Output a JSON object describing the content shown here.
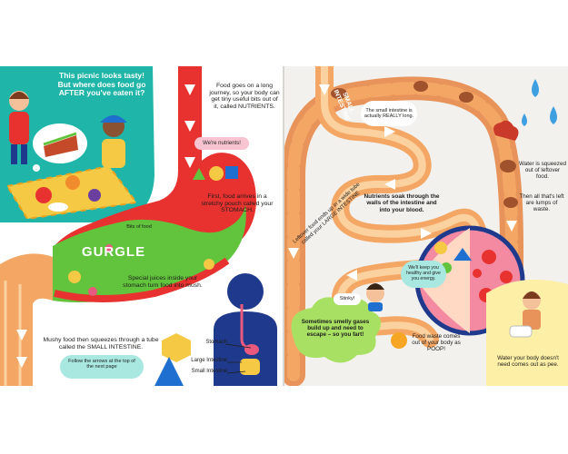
{
  "left_page": {
    "intro": "This picnic looks tasty! But where does food go AFTER you've eaten it?",
    "journey": "Food goes on a long journey, so your body can get tiny useful bits out of it, called NUTRIENTS.",
    "nutrients_bubble": "We're nutrients!",
    "stomach_text": "First, food arrives in a stretchy pouch called your STOMACH.",
    "bits_of_food": "Bits of food",
    "gurgle": "GURGLE",
    "juices_text": "Special juices inside your stomach turn food into mush.",
    "mushy_text": "Mushy food then squeezes through a tube called the SMALL INTESTINE.",
    "follow_note": "Follow the arrows at the top of the next page",
    "labels": {
      "stomach": "Stomach",
      "large_intestine": "Large Intestine",
      "small_intestine": "Small Intestine"
    }
  },
  "right_page": {
    "small_intestine_label": "SMALL INTESTINE",
    "long_bubble": "The small intestine is actually REALLY long.",
    "nutrients_soak": "Nutrients soak through the walls of the intestine and into your blood.",
    "leftover_text": "Leftover food ends up in a wide tube called your LARGE INTESTINE",
    "healthy_bubble": "We'll keep you healthy and give you energy.",
    "stinky_bubble": "Stinky!",
    "gases_text": "Sometimes smelly gases build up and need to escape – so you fart!",
    "waste_text": "Food waste comes out of your body as POOP!",
    "water_text": "Water is squeezed out of leftover food.",
    "lumps_text": "Then all that's left are lumps of waste.",
    "pee_text": "Water your body doesn't need comes out as pee."
  },
  "colors": {
    "teal": "#1fb5a8",
    "stomach_red": "#e8322f",
    "stomach_green": "#62c43d",
    "tube_orange": "#f4a764",
    "tube_light": "#fbd29f",
    "navy": "#1f3a8c",
    "pink": "#e9597d",
    "yellow_corner": "#fdf0a6",
    "cloud_green": "#a8e063"
  }
}
